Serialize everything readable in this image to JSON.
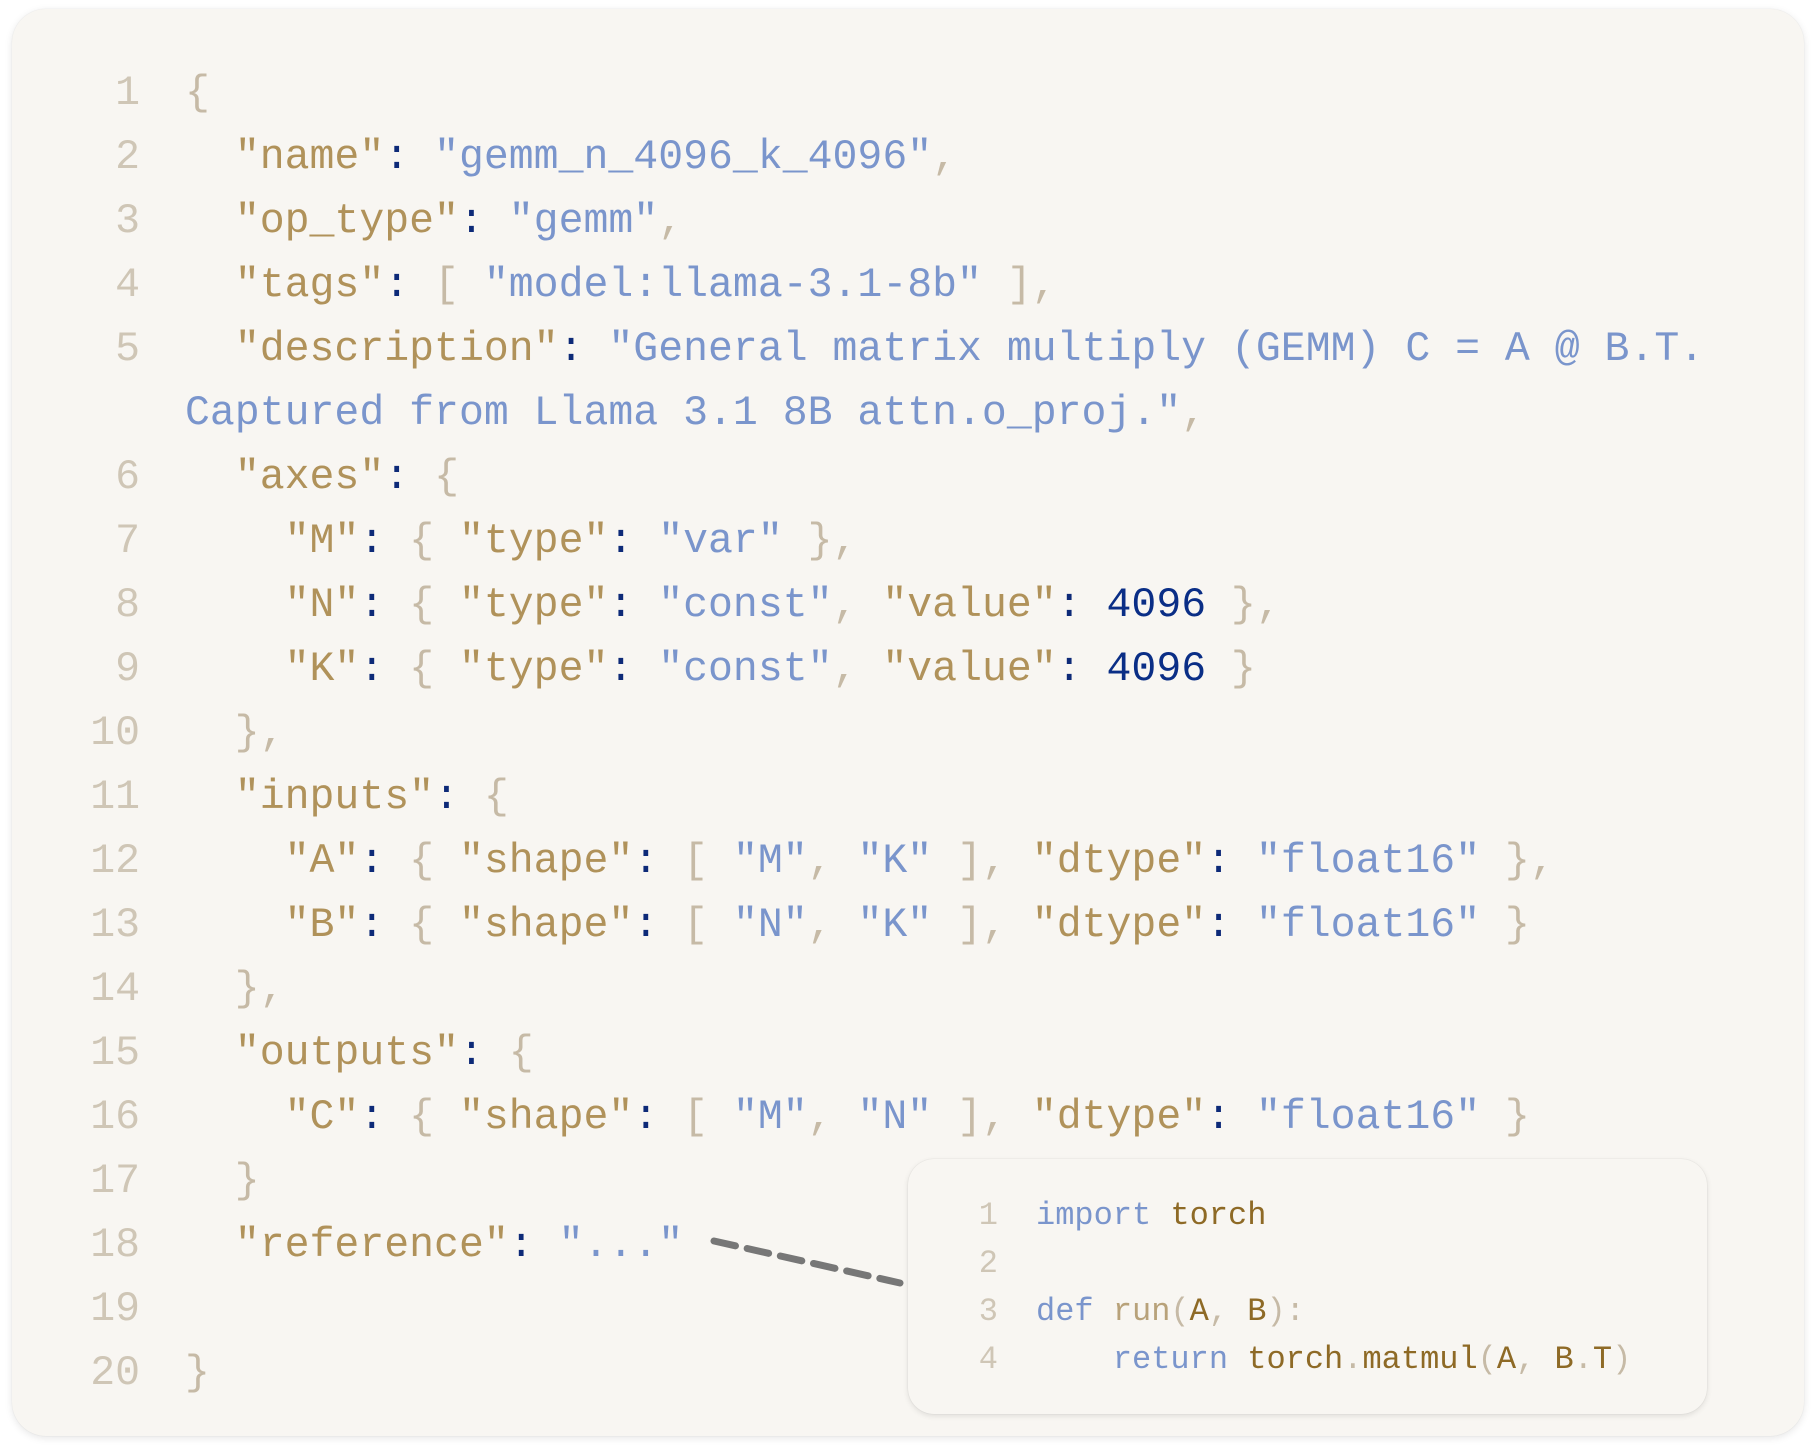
{
  "json_editor": {
    "lines": [
      {
        "num": "1",
        "tokens": [
          [
            "p",
            "{"
          ]
        ]
      },
      {
        "num": "2",
        "tokens": [
          [
            "p",
            "  "
          ],
          [
            "k",
            "\"name\""
          ],
          [
            "c",
            ": "
          ],
          [
            "s",
            "\"gemm_n_4096_k_4096\""
          ],
          [
            "p",
            ","
          ]
        ]
      },
      {
        "num": "3",
        "tokens": [
          [
            "p",
            "  "
          ],
          [
            "k",
            "\"op_type\""
          ],
          [
            "c",
            ": "
          ],
          [
            "s",
            "\"gemm\""
          ],
          [
            "p",
            ","
          ]
        ]
      },
      {
        "num": "4",
        "tokens": [
          [
            "p",
            "  "
          ],
          [
            "k",
            "\"tags\""
          ],
          [
            "c",
            ": "
          ],
          [
            "p",
            "[ "
          ],
          [
            "s",
            "\"model:llama-3.1-8b\""
          ],
          [
            "p",
            " ],"
          ]
        ]
      },
      {
        "num": "5",
        "tokens": [
          [
            "p",
            "  "
          ],
          [
            "k",
            "\"description\""
          ],
          [
            "c",
            ": "
          ],
          [
            "s",
            "\"General matrix multiply (GEMM) C = A @ B.T."
          ]
        ]
      },
      {
        "num": "",
        "tokens": [
          [
            "s",
            "Captured from Llama 3.1 8B attn.o_proj.\""
          ],
          [
            "p",
            ","
          ]
        ]
      },
      {
        "num": "6",
        "tokens": [
          [
            "p",
            "  "
          ],
          [
            "k",
            "\"axes\""
          ],
          [
            "c",
            ": "
          ],
          [
            "p",
            "{"
          ]
        ]
      },
      {
        "num": "7",
        "tokens": [
          [
            "p",
            "    "
          ],
          [
            "k",
            "\"M\""
          ],
          [
            "c",
            ": "
          ],
          [
            "p",
            "{ "
          ],
          [
            "k",
            "\"type\""
          ],
          [
            "c",
            ": "
          ],
          [
            "s",
            "\"var\""
          ],
          [
            "p",
            " },"
          ]
        ]
      },
      {
        "num": "8",
        "tokens": [
          [
            "p",
            "    "
          ],
          [
            "k",
            "\"N\""
          ],
          [
            "c",
            ": "
          ],
          [
            "p",
            "{ "
          ],
          [
            "k",
            "\"type\""
          ],
          [
            "c",
            ": "
          ],
          [
            "s",
            "\"const\""
          ],
          [
            "p",
            ", "
          ],
          [
            "k",
            "\"value\""
          ],
          [
            "c",
            ": "
          ],
          [
            "n",
            "4096"
          ],
          [
            "p",
            " },"
          ]
        ]
      },
      {
        "num": "9",
        "tokens": [
          [
            "p",
            "    "
          ],
          [
            "k",
            "\"K\""
          ],
          [
            "c",
            ": "
          ],
          [
            "p",
            "{ "
          ],
          [
            "k",
            "\"type\""
          ],
          [
            "c",
            ": "
          ],
          [
            "s",
            "\"const\""
          ],
          [
            "p",
            ", "
          ],
          [
            "k",
            "\"value\""
          ],
          [
            "c",
            ": "
          ],
          [
            "n",
            "4096"
          ],
          [
            "p",
            " }"
          ]
        ]
      },
      {
        "num": "10",
        "tokens": [
          [
            "p",
            "  },"
          ]
        ]
      },
      {
        "num": "11",
        "tokens": [
          [
            "p",
            "  "
          ],
          [
            "k",
            "\"inputs\""
          ],
          [
            "c",
            ": "
          ],
          [
            "p",
            "{"
          ]
        ]
      },
      {
        "num": "12",
        "tokens": [
          [
            "p",
            "    "
          ],
          [
            "k",
            "\"A\""
          ],
          [
            "c",
            ": "
          ],
          [
            "p",
            "{ "
          ],
          [
            "k",
            "\"shape\""
          ],
          [
            "c",
            ": "
          ],
          [
            "p",
            "[ "
          ],
          [
            "s",
            "\"M\""
          ],
          [
            "p",
            ", "
          ],
          [
            "s",
            "\"K\""
          ],
          [
            "p",
            " ], "
          ],
          [
            "k",
            "\"dtype\""
          ],
          [
            "c",
            ": "
          ],
          [
            "s",
            "\"float16\""
          ],
          [
            "p",
            " },"
          ]
        ]
      },
      {
        "num": "13",
        "tokens": [
          [
            "p",
            "    "
          ],
          [
            "k",
            "\"B\""
          ],
          [
            "c",
            ": "
          ],
          [
            "p",
            "{ "
          ],
          [
            "k",
            "\"shape\""
          ],
          [
            "c",
            ": "
          ],
          [
            "p",
            "[ "
          ],
          [
            "s",
            "\"N\""
          ],
          [
            "p",
            ", "
          ],
          [
            "s",
            "\"K\""
          ],
          [
            "p",
            " ], "
          ],
          [
            "k",
            "\"dtype\""
          ],
          [
            "c",
            ": "
          ],
          [
            "s",
            "\"float16\""
          ],
          [
            "p",
            " }"
          ]
        ]
      },
      {
        "num": "14",
        "tokens": [
          [
            "p",
            "  },"
          ]
        ]
      },
      {
        "num": "15",
        "tokens": [
          [
            "p",
            "  "
          ],
          [
            "k",
            "\"outputs\""
          ],
          [
            "c",
            ": "
          ],
          [
            "p",
            "{"
          ]
        ]
      },
      {
        "num": "16",
        "tokens": [
          [
            "p",
            "    "
          ],
          [
            "k",
            "\"C\""
          ],
          [
            "c",
            ": "
          ],
          [
            "p",
            "{ "
          ],
          [
            "k",
            "\"shape\""
          ],
          [
            "c",
            ": "
          ],
          [
            "p",
            "[ "
          ],
          [
            "s",
            "\"M\""
          ],
          [
            "p",
            ", "
          ],
          [
            "s",
            "\"N\""
          ],
          [
            "p",
            " ], "
          ],
          [
            "k",
            "\"dtype\""
          ],
          [
            "c",
            ": "
          ],
          [
            "s",
            "\"float16\""
          ],
          [
            "p",
            " }"
          ]
        ]
      },
      {
        "num": "17",
        "tokens": [
          [
            "p",
            "  }"
          ]
        ]
      },
      {
        "num": "18",
        "tokens": [
          [
            "p",
            "  "
          ],
          [
            "k",
            "\"reference\""
          ],
          [
            "c",
            ": "
          ],
          [
            "s",
            "\"...\""
          ]
        ]
      },
      {
        "num": "19",
        "tokens": []
      },
      {
        "num": "20",
        "tokens": [
          [
            "p",
            "}"
          ]
        ]
      }
    ]
  },
  "reference_popup": {
    "lines": [
      {
        "num": "1",
        "tokens": [
          [
            "kw",
            "import"
          ],
          [
            "p",
            " "
          ],
          [
            "id",
            "torch"
          ]
        ]
      },
      {
        "num": "2",
        "tokens": []
      },
      {
        "num": "3",
        "tokens": [
          [
            "kw",
            "def"
          ],
          [
            "p",
            " "
          ],
          [
            "fn",
            "run"
          ],
          [
            "p",
            "("
          ],
          [
            "id",
            "A"
          ],
          [
            "p",
            ", "
          ],
          [
            "id",
            "B"
          ],
          [
            "p",
            "):"
          ]
        ]
      },
      {
        "num": "4",
        "tokens": [
          [
            "p",
            "    "
          ],
          [
            "kw",
            "return"
          ],
          [
            "p",
            " "
          ],
          [
            "id",
            "torch"
          ],
          [
            "p",
            "."
          ],
          [
            "id",
            "matmul"
          ],
          [
            "p",
            "("
          ],
          [
            "id",
            "A"
          ],
          [
            "p",
            ", "
          ],
          [
            "id",
            "B"
          ],
          [
            "p",
            "."
          ],
          [
            "id",
            "T"
          ],
          [
            "p",
            ")"
          ]
        ]
      }
    ]
  },
  "colors": {
    "key": "#b0925a",
    "string": "#7a95cc",
    "colon": "#0d2a78",
    "punct": "#c6baa6",
    "number": "#0a2e86",
    "connector": "#777777"
  }
}
